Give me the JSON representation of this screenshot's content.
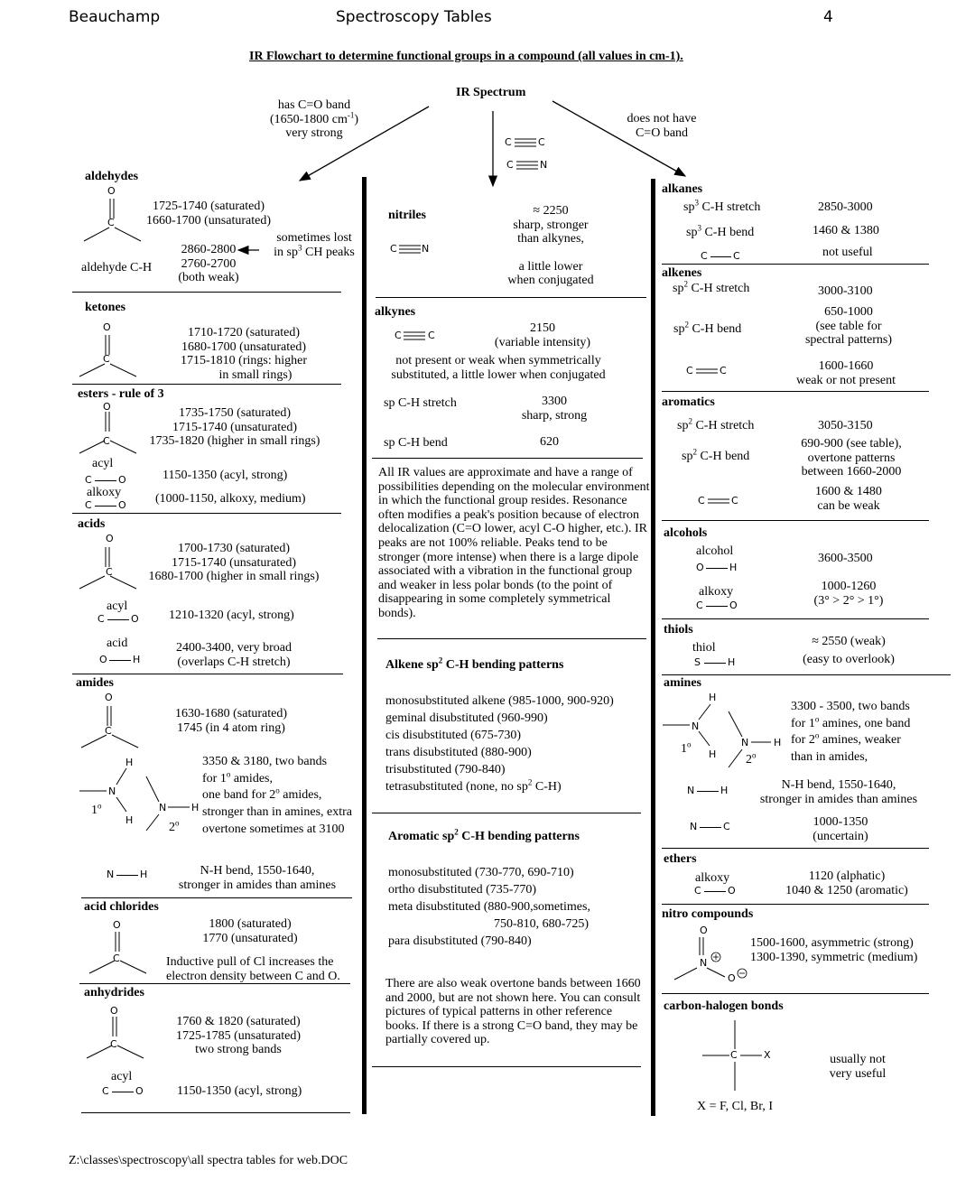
{
  "header": {
    "author": "Beauchamp",
    "title": "Spectroscopy Tables",
    "page_number": "4"
  },
  "flow_title": "IR Flowchart to determine functional groups in a compound (all values in cm-1).",
  "root": "IR Spectrum",
  "branch_left": {
    "l1": "has C=O band",
    "l2": "(1650-1800 cm",
    "l2b": "-1",
    "l2c": ")",
    "l3": "very strong"
  },
  "branch_right": {
    "l1": "does not have",
    "l2": "C=O band"
  },
  "atom": {
    "C": "C",
    "N": "N",
    "O": "O",
    "H": "H",
    "X": "X",
    "S": "S"
  },
  "left": {
    "aldehydes": {
      "title": "aldehydes",
      "v1": "1725-1740 (saturated)",
      "v2": "1660-1700 (unsaturated)",
      "ch_label": "aldehyde C-H",
      "ch1": "2860-2800",
      "ch2": "2760-2700",
      "ch3": "(both weak)",
      "note1": "sometimes lost",
      "note2a": "in sp",
      "note2b": "3",
      "note2c": " CH peaks"
    },
    "ketones": {
      "title": "ketones",
      "v1": "1710-1720 (saturated)",
      "v2": "1680-1700 (unsaturated)",
      "v3": "1715-1810 (rings: higher",
      "v4": "in small rings)"
    },
    "esters": {
      "title": "esters - rule of 3",
      "v1": "1735-1750 (saturated)",
      "v2": "1715-1740 (unsaturated)",
      "v3": "1735-1820 (higher in small rings)",
      "acyl": "acyl",
      "acyl_v": "1150-1350 (acyl, strong)",
      "alkoxy": "alkoxy",
      "alkoxy_v": "(1000-1150, alkoxy, medium)"
    },
    "acids": {
      "title": "acids",
      "v1": "1700-1730 (saturated)",
      "v2": "1715-1740 (unsaturated)",
      "v3": "1680-1700 (higher in small rings)",
      "acyl": "acyl",
      "acyl_v": "1210-1320 (acyl, strong)",
      "acid": "acid",
      "acid_v1": "2400-3400, very broad",
      "acid_v2": "(overlaps C-H stretch)"
    },
    "amides": {
      "title": "amides",
      "v1": "1630-1680 (saturated)",
      "v2": "1745 (in 4 atom ring)",
      "deg1": "1",
      "deg2": "2",
      "deg_sup": "o",
      "t1": "3350 & 3180, two bands",
      "t2a": "for 1",
      "t2b": "o",
      "t2c": " amides,",
      "t3a": "one band for 2",
      "t3b": "o",
      "t3c": " amides,",
      "t4": "stronger than in amines, extra",
      "t5": "overtone sometimes at 3100",
      "nh1": "N-H bend, 1550-1640,",
      "nh2": "stronger in amides than amines"
    },
    "acid_chlorides": {
      "title": "acid chlorides",
      "v1": "1800 (saturated)",
      "v2": "1770 (unsaturated)",
      "n1": "Inductive pull of Cl increases the",
      "n2": "electron density between C and O."
    },
    "anhydrides": {
      "title": "anhydrides",
      "v1": "1760 & 1820 (saturated)",
      "v2": "1725-1785 (unsaturated)",
      "v3": "two strong bands",
      "acyl": "acyl",
      "acyl_v": "1150-1350 (acyl, strong)"
    }
  },
  "middle": {
    "nitriles": {
      "title": "nitriles",
      "v1": "≈ 2250",
      "v2": "sharp, stronger",
      "v3": "than alkynes,",
      "v4": "a little lower",
      "v5": "when conjugated"
    },
    "alkynes": {
      "title": "alkynes",
      "v1": "2150",
      "v2": "(variable intensity)",
      "n1": "not present or weak when symmetrically",
      "n2": "substituted, a little lower when conjugated",
      "s_label": "sp C-H stretch",
      "s1": "3300",
      "s2": "sharp, strong",
      "b_label": "sp C-H bend",
      "b1": "620"
    },
    "paragraph": "All IR values are approximate and have a range of possibilities depending on the molecular environment in which the functional group resides. Resonance often modifies a peak's position because of electron delocalization (C=O lower, acyl C-O higher, etc.).  IR peaks are not 100% reliable.  Peaks tend to be stronger (more intense) when there is a large dipole associated with a vibration in the functional group and weaker in less polar bonds (to the point of disappearing in some completely symmetrical bonds).",
    "alkene_patterns": {
      "title_a": "Alkene sp",
      "title_sup": "2",
      "title_b": " C-H bending patterns",
      "i1": "monosubstituted alkene (985-1000, 900-920)",
      "i2": "geminal disubstituted (960-990)",
      "i3": "cis disubstituted (675-730)",
      "i4": "trans disubstituted (880-900)",
      "i5": "trisubstituted (790-840)",
      "i6a": "tetrasubstituted (none, no sp",
      "i6b": "2",
      "i6c": " C-H)"
    },
    "aromatic_patterns": {
      "title_a": "Aromatic sp",
      "title_sup": "2",
      "title_b": " C-H bending patterns",
      "i1": "monosubstituted  (730-770, 690-710)",
      "i2": "ortho disubstituted (735-770)",
      "i3": "meta disubstituted (880-900,sometimes,",
      "i3b": "750-810, 680-725)",
      "i4": "para disubstituted (790-840)"
    },
    "overtone": "There are also weak overtone bands between 1660 and 2000, but are not shown here.  You can consult pictures of typical patterns in other reference books.  If there is a strong C=O band, they may be partially covered up."
  },
  "right": {
    "alkanes": {
      "title": "alkanes",
      "r1a": "sp",
      "r1b": "3",
      "r1c": " C-H stretch",
      "r1v": "2850-3000",
      "r2a": "sp",
      "r2b": "3",
      "r2c": " C-H bend",
      "r2v": "1460 & 1380",
      "r3v": "not useful"
    },
    "alkenes": {
      "title": "alkenes",
      "r1a": "sp",
      "r1b": "2",
      "r1c": " C-H stretch",
      "r1v": "3000-3100",
      "r2a": "sp",
      "r2b": "2",
      "r2c": " C-H bend",
      "r2v1": "650-1000",
      "r2v2": "(see table for",
      "r2v3": "spectral patterns)",
      "r3v1": "1600-1660",
      "r3v2": "weak or not present"
    },
    "aromatics": {
      "title": "aromatics",
      "r1a": "sp",
      "r1b": "2",
      "r1c": " C-H stretch",
      "r1v": "3050-3150",
      "r2a": "sp",
      "r2b": "2",
      "r2c": " C-H bend",
      "r2v1": "690-900 (see table),",
      "r2v2": "overtone patterns",
      "r2v3": "between 1660-2000",
      "r3v1": "1600 & 1480",
      "r3v2": "can be weak"
    },
    "alcohols": {
      "title": "alcohols",
      "alcohol": "alcohol",
      "alcohol_v": "3600-3500",
      "alkoxy": "alkoxy",
      "alkoxy_v1": "1000-1260",
      "alkoxy_v2": "(3° > 2° > 1°)"
    },
    "thiols": {
      "title": "thiols",
      "thiol": "thiol",
      "v1": "≈ 2550 (weak)",
      "v2": "(easy to overlook)"
    },
    "amines": {
      "title": "amines",
      "deg": "1",
      "deg2": "2",
      "sup": "o",
      "t1": "3300 - 3500, two bands",
      "t2a": "for 1",
      "t2b": "o",
      "t2c": " amines, one band",
      "t3a": "for 2",
      "t3b": "o",
      "t3c": " amines, weaker",
      "t4": "than in amides,",
      "nh1": "N-H bend, 1550-1640,",
      "nh2": "stronger in amides than amines",
      "cn1": "1000-1350",
      "cn2": "(uncertain)"
    },
    "ethers": {
      "title": "ethers",
      "alkoxy": "alkoxy",
      "v1": "1120 (alphatic)",
      "v2": "1040 & 1250 (aromatic)"
    },
    "nitro": {
      "title": "nitro compounds",
      "v1": "1500-1600, asymmetric (strong)",
      "v2": "1300-1390, symmetric (medium)"
    },
    "halogen": {
      "title": "carbon-halogen  bonds",
      "v1": "usually not",
      "v2": "very useful",
      "x_list": "X = F, Cl, Br, I"
    }
  },
  "footer": "Z:\\classes\\spectroscopy\\all spectra tables for web.DOC"
}
